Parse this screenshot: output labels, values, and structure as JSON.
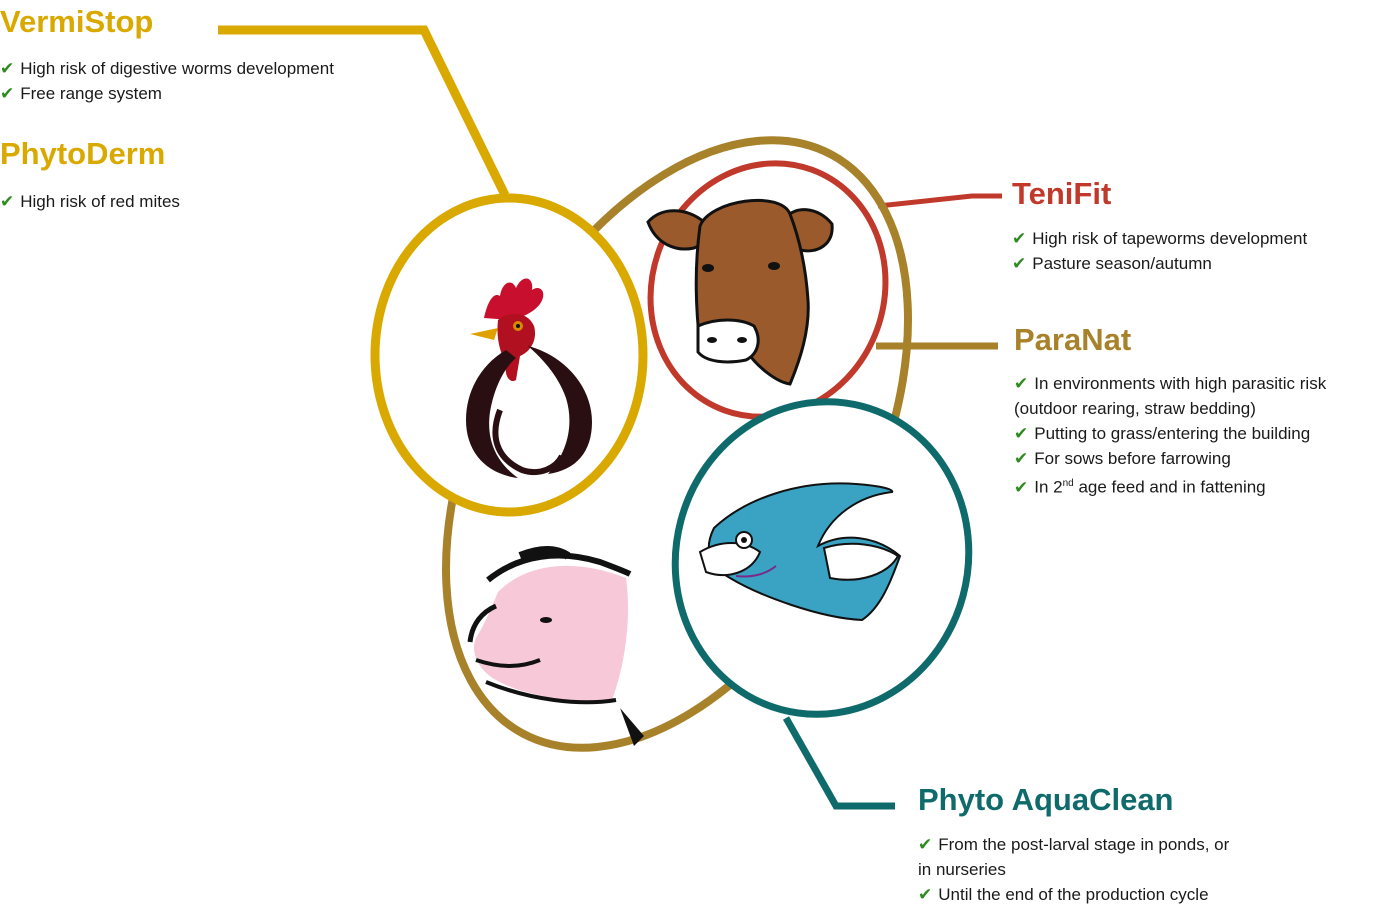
{
  "colors": {
    "vermistop": "#d9a900",
    "phytoderm": "#d9a900",
    "tenifit": "#c0392b",
    "paranat": "#a8822a",
    "aquaclean": "#0f6b6b",
    "check": "#2e8b1f"
  },
  "icons": {
    "check": "check-icon",
    "rooster": "rooster-icon",
    "cow": "cow-icon",
    "pig": "pig-icon",
    "fish": "fish-icon"
  },
  "vermistop": {
    "title": "VermiStop",
    "items": [
      "High risk of digestive worms development",
      "Free range system"
    ]
  },
  "phytoderm": {
    "title": "PhytoDerm",
    "items": [
      "High risk of red mites"
    ]
  },
  "tenifit": {
    "title": "TeniFit",
    "items": [
      "High risk of tapeworms development",
      "Pasture season/autumn"
    ]
  },
  "paranat": {
    "title": "ParaNat",
    "items": [
      "In environments with high parasitic risk",
      "(outdoor rearing, straw bedding)",
      "Putting to grass/entering the building",
      "For sows before farrowing",
      "In 2",
      "nd",
      "age feed and in fattening"
    ]
  },
  "aquaclean": {
    "title": "Phyto AquaClean",
    "items": [
      "From the post-larval stage in ponds, or",
      "in nurseries",
      "Until the end of the production cycle"
    ]
  }
}
